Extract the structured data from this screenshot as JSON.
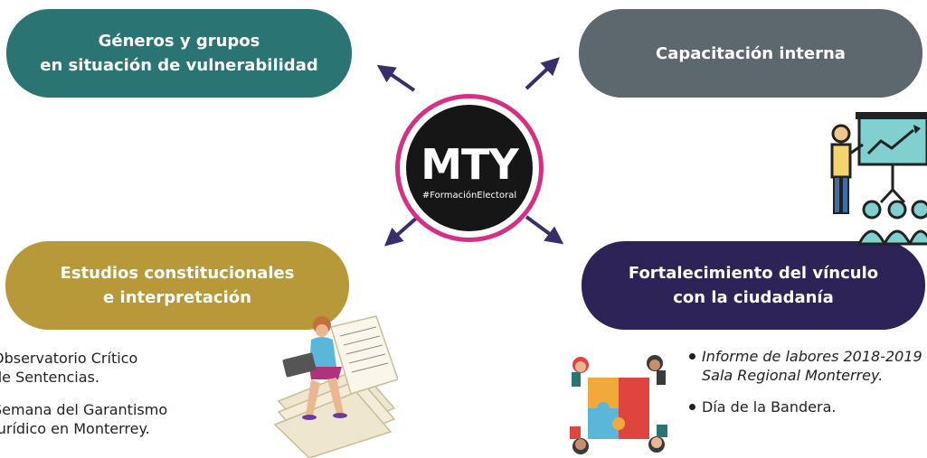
{
  "center_logo": {
    "title": "MTY",
    "tagline": "#FormaciónElectoral"
  },
  "nodes": {
    "top_left": {
      "line1": "Géneros y grupos",
      "line2": "en situación de vulnerabilidad",
      "color": "#2b7474"
    },
    "top_right": {
      "line1": "Capacitación interna",
      "color": "#5d676e"
    },
    "bottom_left": {
      "line1": "Estudios constitucionales",
      "line2": "e interpretación",
      "color": "#b8993a"
    },
    "bottom_right": {
      "line1": "Fortalecimiento del vínculo",
      "line2": "con la ciudadanía",
      "color": "#2e2356"
    }
  },
  "bottom_left_items": [
    {
      "line1": "Observatorio Crítico",
      "line2": "de Sentencias."
    },
    {
      "line1": "Semana del Garantismo",
      "line2": "Jurídico en Monterrey."
    }
  ],
  "bottom_right_items": [
    {
      "line1": "Informe de labores 2018-2019",
      "line2": "Sala Regional Monterrey."
    },
    {
      "line1": "Día de la Bandera."
    }
  ],
  "colors": {
    "arrow": "#3a2d6b",
    "ring": "#d62f86",
    "disc": "#161616"
  },
  "icons": {
    "top_right_illustration": "presentation-icon",
    "bottom_left_illustration": "reading-documents-icon",
    "bottom_right_illustration": "puzzle-teamwork-icon"
  }
}
